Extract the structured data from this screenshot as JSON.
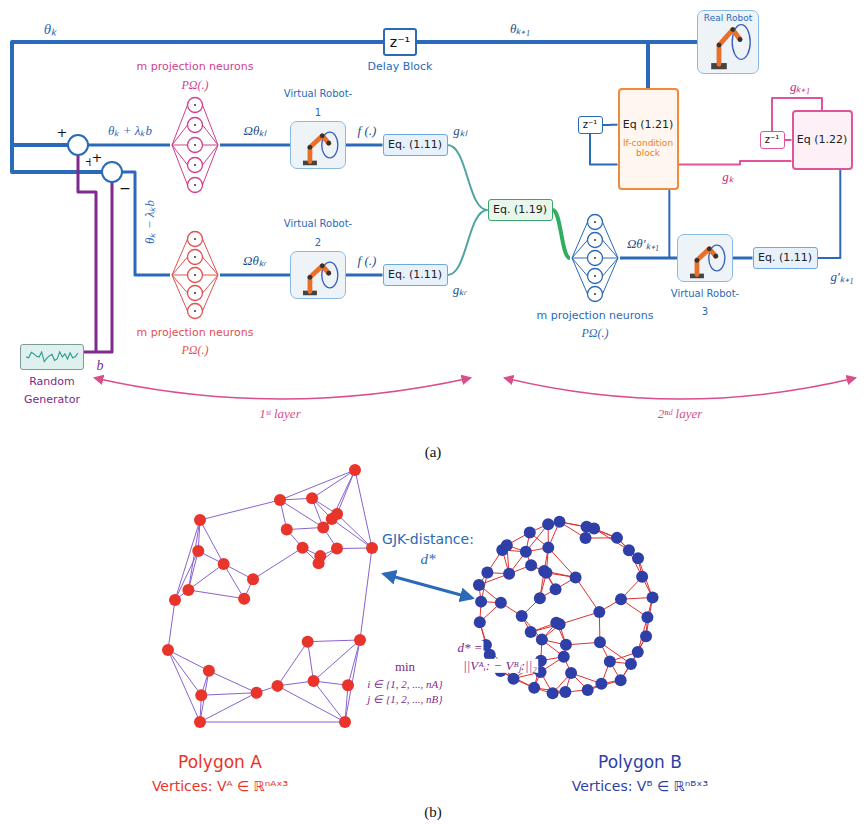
{
  "diagram": {
    "nodes": [
      {
        "text": [
          "z⁻¹",
          "Delay Block"
        ]
      },
      {
        "text": [
          "Real Robot"
        ]
      },
      {
        "text": [
          "m projection neurons",
          "PΩ(.)"
        ]
      },
      {
        "text": [
          "Virtual Robot-1"
        ]
      },
      {
        "text": [
          "Eq. (1.11)"
        ]
      },
      {
        "text": [
          "m projection neurons",
          "PΩ(.)"
        ]
      },
      {
        "text": [
          "Virtual Robot-2"
        ]
      },
      {
        "text": [
          "Eq. (1.11)"
        ]
      },
      {
        "text": [
          "Eq. (1.19)"
        ]
      },
      {
        "text": [
          "m projection neurons",
          "PΩ(.)"
        ]
      },
      {
        "text": [
          "Virtual Robot-3"
        ]
      },
      {
        "text": [
          "Eq. (1.11)"
        ]
      },
      {
        "text": [
          "z⁻¹"
        ]
      },
      {
        "text": [
          "Eq (1.21)",
          "If-condition block"
        ]
      },
      {
        "text": [
          "z⁻¹"
        ]
      },
      {
        "text": [
          "Eq (1.22)"
        ]
      },
      {
        "text": [
          "Random Generator"
        ]
      }
    ],
    "edges": [
      {
        "from": 2,
        "to": 3,
        "arrow": "none",
        "label": "Ωθₖₗ"
      },
      {
        "from": 3,
        "to": 4,
        "arrow": "none",
        "label": "f (.)"
      },
      {
        "from": 4,
        "to": 8,
        "arrow": "none",
        "label": "gₖₗ"
      },
      {
        "from": 5,
        "to": 6,
        "arrow": "none",
        "label": "Ωθₖᵣ"
      },
      {
        "from": 6,
        "to": 7,
        "arrow": "none",
        "label": "f (.)"
      },
      {
        "from": 7,
        "to": 8,
        "arrow": "none",
        "label": "gₖᵣ"
      },
      {
        "from": 8,
        "to": 9,
        "arrow": "none"
      },
      {
        "from": 9,
        "to": 10,
        "arrow": "none",
        "label": "Ωθ′ₖ₊₁"
      },
      {
        "from": 9,
        "to": 13,
        "arrow": "none"
      },
      {
        "from": 10,
        "to": 11,
        "arrow": "none"
      },
      {
        "from": 11,
        "to": 15,
        "arrow": "none",
        "label": "g′ₖ₊₁"
      },
      {
        "from": 13,
        "to": 0,
        "arrow": "none",
        "label": "θₖ₊₁"
      },
      {
        "from": 13,
        "to": 1,
        "arrow": "none"
      },
      {
        "from": 12,
        "to": 13,
        "arrow": "none"
      },
      {
        "from": 13,
        "to": 12,
        "arrow": "none"
      },
      {
        "from": 14,
        "to": 15,
        "arrow": "none"
      },
      {
        "from": 15,
        "to": 14,
        "arrow": "none",
        "label": "gₖ₊₁"
      },
      {
        "from": 15,
        "to": 13,
        "arrow": "none",
        "label": "gₖ"
      }
    ],
    "labels": [
      "θₖ",
      "θₖ + λₖb",
      "θₖ − λₖb",
      "+",
      "+",
      "+",
      "−",
      "b",
      "1ˢᵗ layer",
      "2ⁿᵈ layer",
      "(a)",
      "GJK-distance:",
      "d*",
      "d* =",
      "min",
      "||Vᴬᵢ: − Vᴮⱼ:||₂",
      "i ∈ {1, 2, ..., nA}",
      "j ∈ {1, 2, ..., nB}",
      "Polygon A",
      "Vertices: Vᴬ ∈ ℝⁿᴬˣ³",
      "Polygon B",
      "Vertices: Vᴮ ∈ ℝⁿᴮˣ³",
      "(b)"
    ]
  }
}
